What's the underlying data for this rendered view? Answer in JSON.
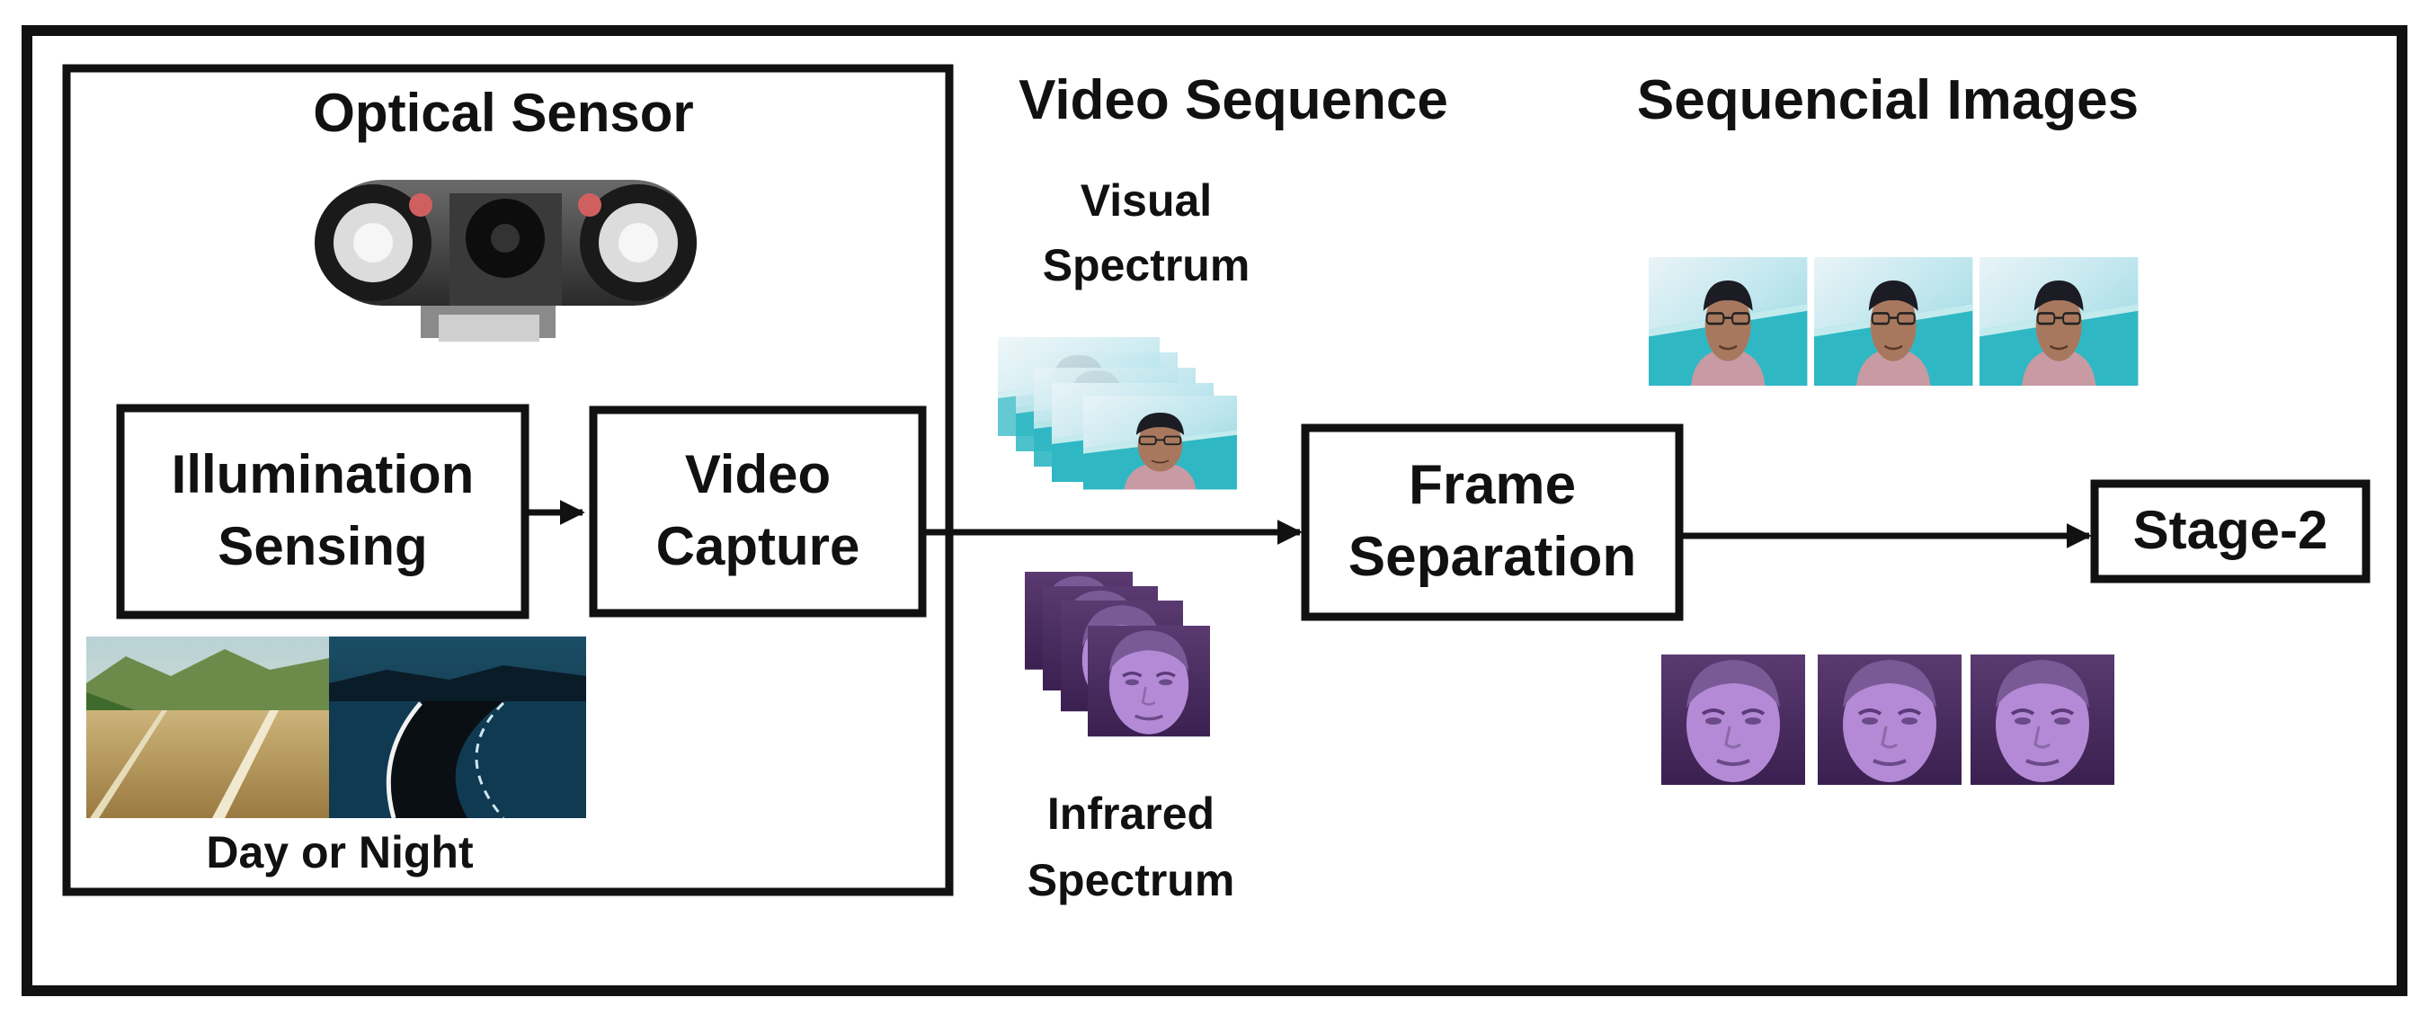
{
  "optical_sensor": {
    "title": "Optical Sensor",
    "illumination_box": [
      "Illumination",
      "Sensing"
    ],
    "capture_box": [
      "Video",
      "Capture"
    ],
    "day_night_caption": "Day or Night"
  },
  "video_sequence": {
    "title": "Video Sequence",
    "visual_label": [
      "Visual",
      "Spectrum"
    ],
    "infrared_label": [
      "Infrared",
      "Spectrum"
    ]
  },
  "frame_separation": {
    "label": [
      "Frame",
      "Separation"
    ]
  },
  "sequential_images": {
    "title": "Sequencial Images"
  },
  "stage2": {
    "label": "Stage-2"
  },
  "colors": {
    "stroke": "#111111",
    "visual_wall": "#2fb8c4",
    "infrared_face": "#b48ad6",
    "night_road": "#0d2838"
  }
}
